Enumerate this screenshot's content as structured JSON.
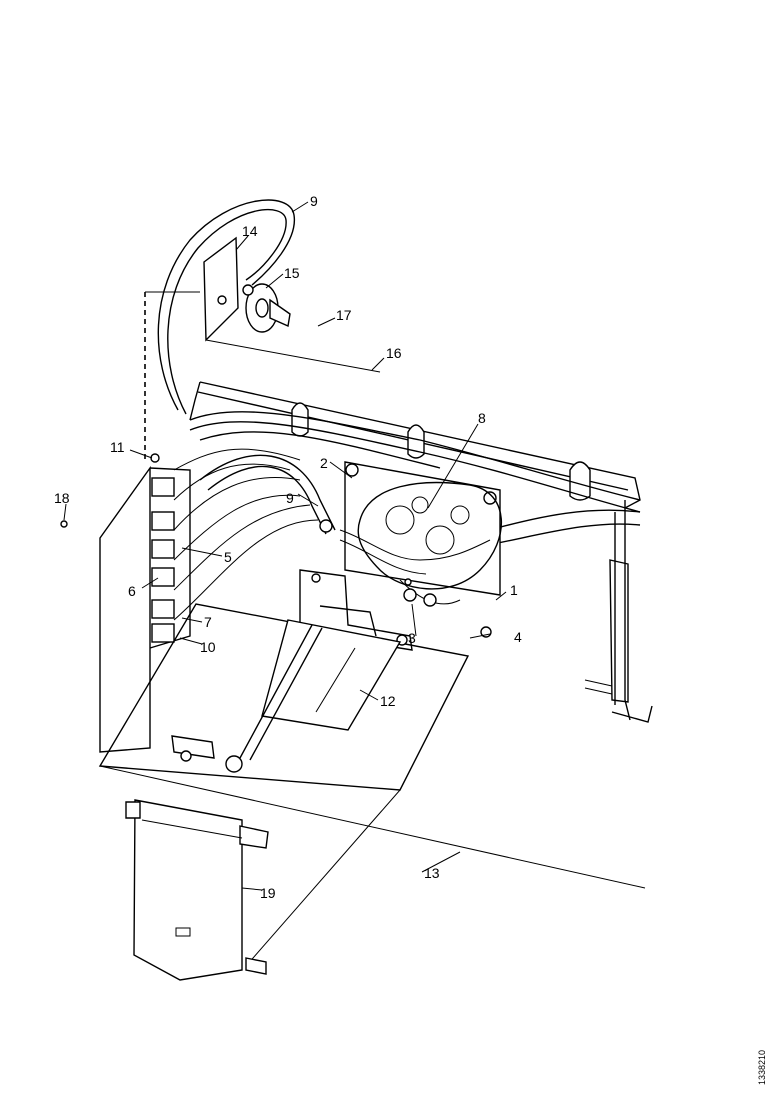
{
  "callouts": [
    {
      "label": "1"
    },
    {
      "label": "2"
    },
    {
      "label": "3"
    },
    {
      "label": "4"
    },
    {
      "label": "5"
    },
    {
      "label": "6"
    },
    {
      "label": "7"
    },
    {
      "label": "8"
    },
    {
      "label": "9"
    },
    {
      "label": "9"
    },
    {
      "label": "10"
    },
    {
      "label": "11"
    },
    {
      "label": "12"
    },
    {
      "label": "13"
    },
    {
      "label": "14"
    },
    {
      "label": "15"
    },
    {
      "label": "16"
    },
    {
      "label": "17"
    },
    {
      "label": "18"
    },
    {
      "label": "19"
    }
  ],
  "figure_ref": "1338210",
  "colors": {
    "line": "#000000",
    "background": "#ffffff"
  }
}
